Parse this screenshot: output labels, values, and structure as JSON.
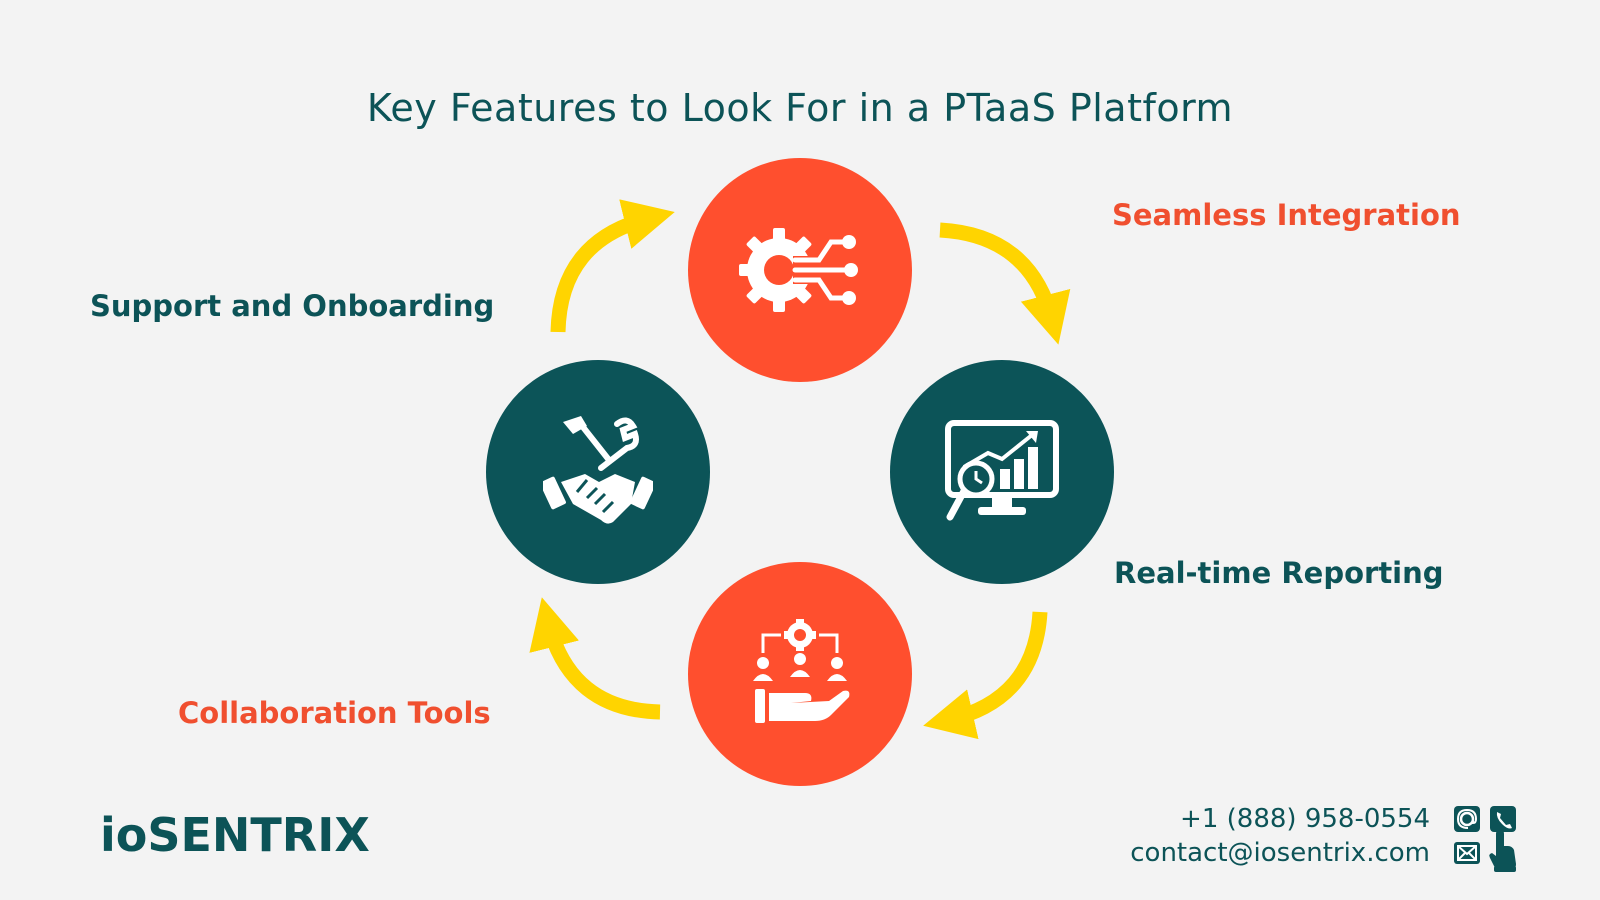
{
  "title": "Key Features to Look For in a PTaaS Platform",
  "features": [
    {
      "label": "Seamless Integration",
      "icon": "gear-circuit-icon",
      "color": "#ff4f2e"
    },
    {
      "label": "Real-time Reporting",
      "icon": "monitor-chart-icon",
      "color": "#0c5458"
    },
    {
      "label": "Collaboration Tools",
      "icon": "team-hand-gear-icon",
      "color": "#ff4f2e"
    },
    {
      "label": "Support and Onboarding",
      "icon": "handshake-tools-icon",
      "color": "#0c5458"
    }
  ],
  "brand": "ioSENTRIX",
  "contact": {
    "phone": "+1 (888) 958-0554",
    "email": "contact@iosentrix.com"
  },
  "colors": {
    "teal": "#0c5458",
    "orange": "#ff4f2e",
    "arrow": "#ffd400",
    "background": "#f3f3f3"
  }
}
